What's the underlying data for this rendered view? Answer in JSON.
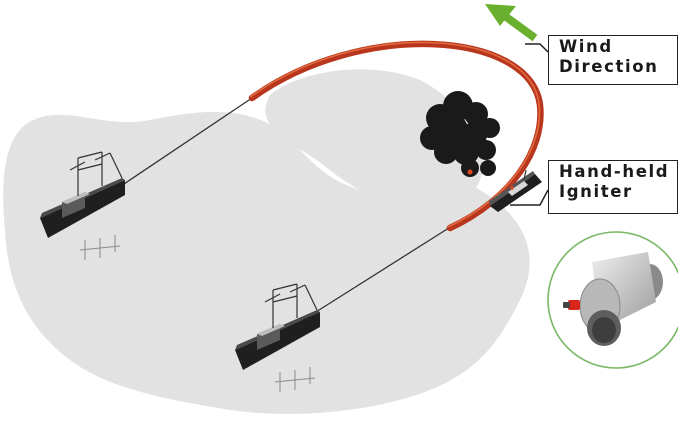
{
  "labels": {
    "wind_direction": {
      "line1": "Wind",
      "line2": "Direction"
    },
    "hand_held_igniter": {
      "line1": "Hand-held",
      "line2": "Igniter"
    }
  },
  "icons": [
    "wind-direction-arrow-icon",
    "fishing-boat-icon",
    "fire-boom-icon",
    "smoke-plume-icon",
    "igniter-device-icon"
  ],
  "colors": {
    "boom": "#b8361d",
    "boom_highlight": "#e26a3f",
    "oil_slick": "#e2e2e2",
    "wind_arrow": "#6ab02f",
    "smoke": "#1a1a1a",
    "callout_circle": "#79b866"
  }
}
